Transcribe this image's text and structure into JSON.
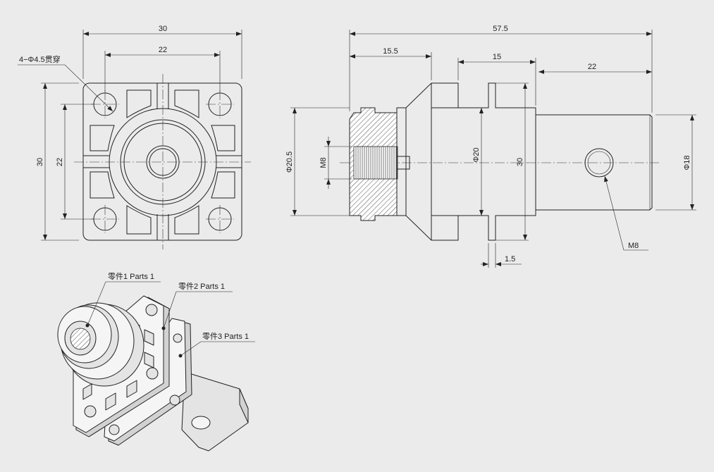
{
  "front_view": {
    "width_label": "30",
    "hole_spacing_h_label": "22",
    "height_label": "30",
    "hole_spacing_v_label": "22",
    "hole_note": "4−Φ4.5贯穿"
  },
  "side_view": {
    "total_length_label": "57.5",
    "flange_offset_label": "15.5",
    "body_length_label": "15",
    "pin_length_label": "22",
    "outer_dia_label": "Φ20.5",
    "thread_label": "M8",
    "inner_dia_label": "Φ20",
    "flange_height_label": "30",
    "pin_dia_label": "Φ18",
    "pin_thread_label": "M8",
    "plate_thickness_label": "1.5"
  },
  "iso_view": {
    "part1_label": "零件1 Parts 1",
    "part2_label": "零件2 Parts 1",
    "part3_label": "零件3 Parts 1"
  }
}
